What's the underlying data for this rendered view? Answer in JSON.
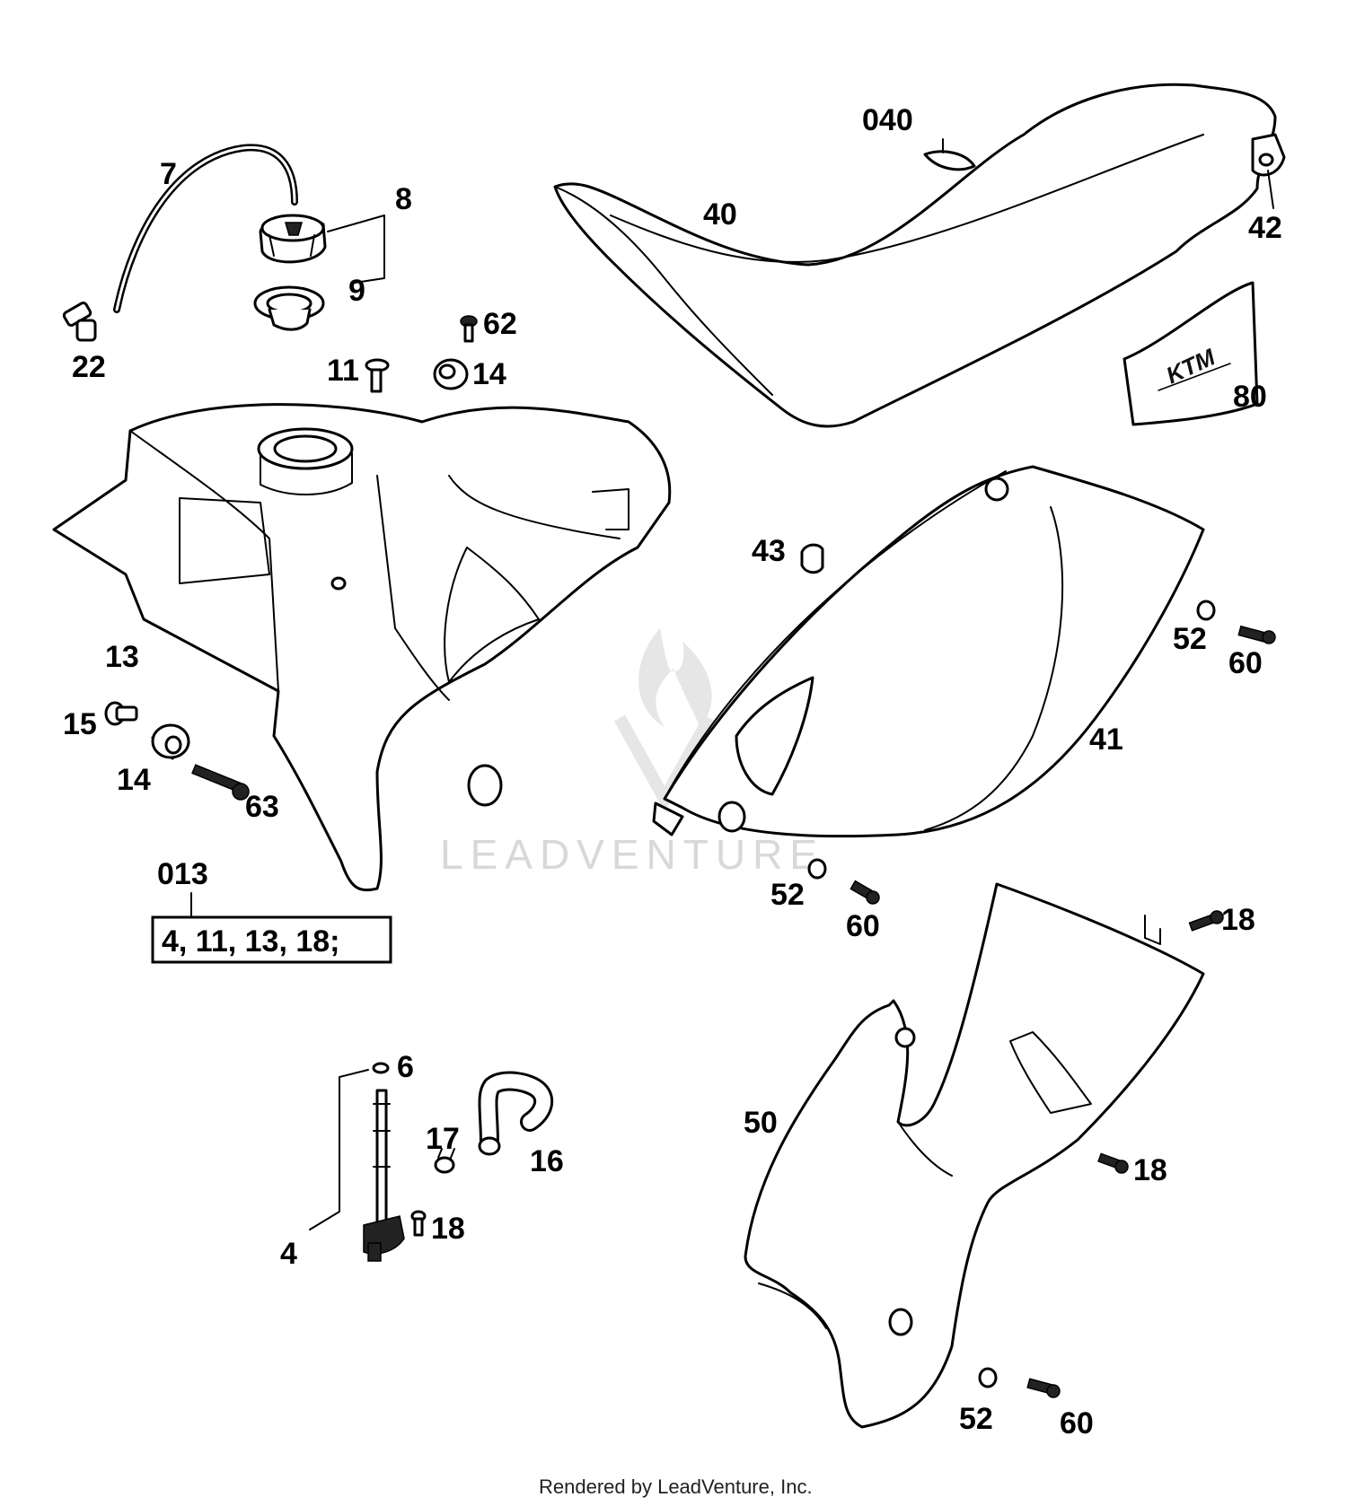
{
  "watermark": "LEADVENTURE",
  "footer": "Rendered by LeadVenture, Inc.",
  "logo_text": "KTM",
  "kit": {
    "number": "013",
    "contents": "4, 11, 13, 18;"
  },
  "labels": [
    {
      "id": "7",
      "text": "7"
    },
    {
      "id": "8",
      "text": "8"
    },
    {
      "id": "9",
      "text": "9"
    },
    {
      "id": "22",
      "text": "22"
    },
    {
      "id": "62",
      "text": "62"
    },
    {
      "id": "11",
      "text": "11"
    },
    {
      "id": "14a",
      "text": "14"
    },
    {
      "id": "040",
      "text": "040"
    },
    {
      "id": "40",
      "text": "40"
    },
    {
      "id": "42",
      "text": "42"
    },
    {
      "id": "80",
      "text": "80"
    },
    {
      "id": "13",
      "text": "13"
    },
    {
      "id": "43",
      "text": "43"
    },
    {
      "id": "52a",
      "text": "52"
    },
    {
      "id": "60a",
      "text": "60"
    },
    {
      "id": "15",
      "text": "15"
    },
    {
      "id": "14b",
      "text": "14"
    },
    {
      "id": "63",
      "text": "63"
    },
    {
      "id": "41",
      "text": "41"
    },
    {
      "id": "52b",
      "text": "52"
    },
    {
      "id": "60b",
      "text": "60"
    },
    {
      "id": "18a",
      "text": "18"
    },
    {
      "id": "6",
      "text": "6"
    },
    {
      "id": "17",
      "text": "17"
    },
    {
      "id": "16",
      "text": "16"
    },
    {
      "id": "50",
      "text": "50"
    },
    {
      "id": "18b",
      "text": "18"
    },
    {
      "id": "18c",
      "text": "18"
    },
    {
      "id": "4",
      "text": "4"
    },
    {
      "id": "52c",
      "text": "52"
    },
    {
      "id": "60c",
      "text": "60"
    }
  ]
}
